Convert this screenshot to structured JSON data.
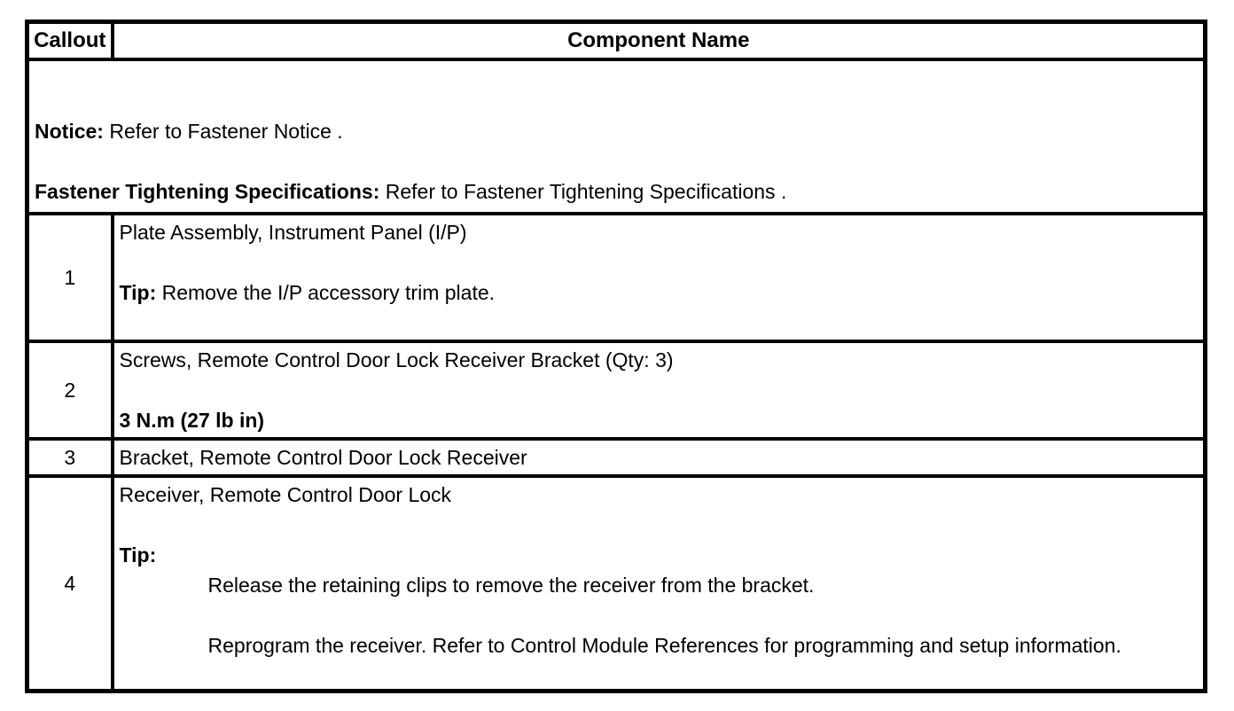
{
  "table": {
    "headers": {
      "callout": "Callout",
      "component": "Component Name"
    },
    "notice": {
      "notice_label": "Notice:",
      "notice_text": " Refer to Fastener Notice .",
      "fastener_label": "Fastener Tightening Specifications:",
      "fastener_text": " Refer to Fastener Tightening Specifications ."
    },
    "rows": [
      {
        "callout": "1",
        "name": "Plate Assembly, Instrument Panel (I/P)",
        "tip_label": "Tip:",
        "tip_text": " Remove the I/P accessory trim plate."
      },
      {
        "callout": "2",
        "name": "Screws, Remote Control Door Lock Receiver Bracket (Qty: 3)",
        "torque": "3 N.m (27 lb in)"
      },
      {
        "callout": "3",
        "name": "Bracket, Remote Control Door Lock Receiver"
      },
      {
        "callout": "4",
        "name": "Receiver, Remote Control Door Lock",
        "tip_label": "Tip:",
        "tip_items": [
          "Release the retaining clips to remove the receiver from the bracket.",
          "Reprogram the receiver. Refer to Control Module References for programming and setup information."
        ]
      }
    ]
  }
}
